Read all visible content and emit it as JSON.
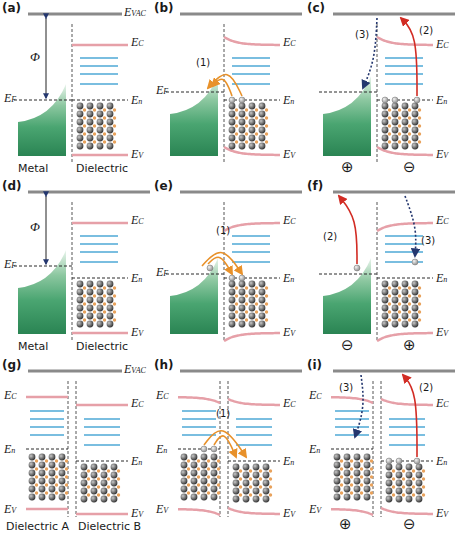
{
  "diagram": {
    "labels": [
      "(a)",
      "EVAC",
      "Φ",
      "EF",
      "EC",
      "En",
      "EV",
      "Metal",
      "Dielectric",
      "(b)",
      "EC",
      "(1)",
      "En",
      "EF",
      "EV",
      "(c)",
      "(2)",
      "(3)",
      "EC",
      "En",
      "EV",
      "⊕",
      "⊖",
      "(d)",
      "Φ",
      "EF",
      "EC",
      "En",
      "EV",
      "Metal",
      "Dielectric",
      "(e)",
      "EC",
      "(1)",
      "EF",
      "En",
      "EV",
      "(f)",
      "(3)",
      "EC",
      "(2)",
      "En",
      "EV",
      "⊖",
      "⊕",
      "(g)",
      "EVAC",
      "EC",
      "En",
      "EV",
      "EC",
      "En",
      "EV",
      "Dielectric A",
      "Dielectric B",
      "(h)",
      "EC",
      "(1)",
      "En",
      "En",
      "EC",
      "EV",
      "EV",
      "(i)",
      "EC",
      "(3)",
      "(2)",
      "En",
      "EC",
      "En",
      "EV",
      "EV",
      "⊕",
      "⊖"
    ]
  }
}
